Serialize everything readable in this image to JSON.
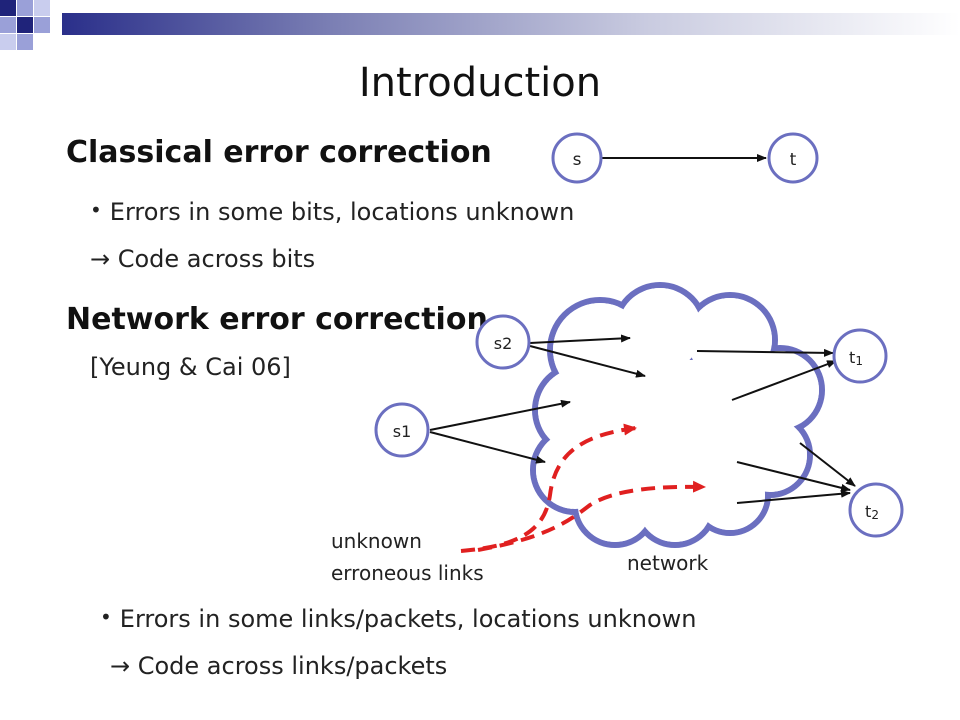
{
  "slide": {
    "title": "Introduction",
    "section1": {
      "heading": "Classical error correction",
      "bullet": "Errors in some bits, locations unknown",
      "arrow_text": "→ Code across bits"
    },
    "section2": {
      "heading": "Network error correction",
      "citation": "[Yeung & Cai 06]",
      "bullet": "Errors in some links/packets, locations unknown",
      "arrow_text": "→ Code across links/packets"
    }
  },
  "diagram_top": {
    "source": "s",
    "sink": "t"
  },
  "diagram_network": {
    "sources": [
      "s2",
      "s1"
    ],
    "sinks": [
      {
        "base": "t",
        "sub": "1"
      },
      {
        "base": "t",
        "sub": "2"
      }
    ],
    "cloud_label": "network",
    "error_label": [
      "unknown",
      "erroneous links"
    ]
  },
  "colors": {
    "node_stroke": "#6b6fc0",
    "error_arrow": "#e02020",
    "bar_dark": "#2a2f8a"
  }
}
